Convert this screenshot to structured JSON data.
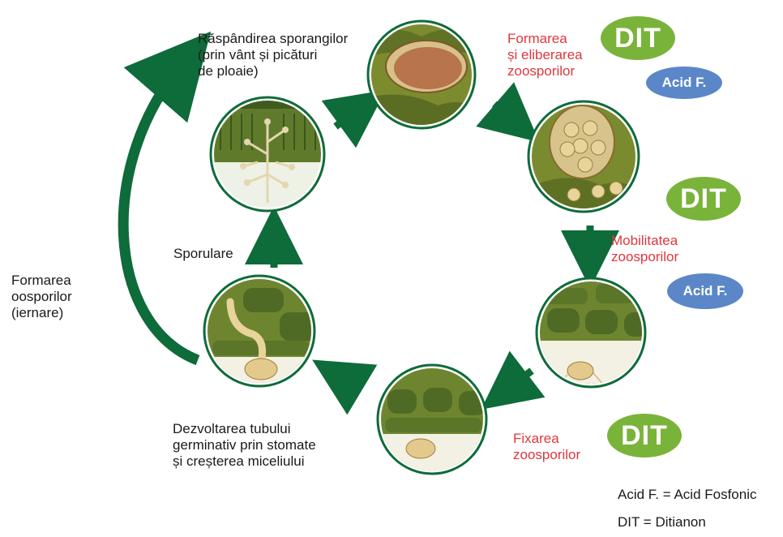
{
  "labels": {
    "spread": [
      "Răspândirea sporangilor",
      "(prin vânt și picături",
      "de ploaie)"
    ],
    "release": [
      "Formarea",
      "și eliberarea",
      "zoosporilor"
    ],
    "mobility": [
      "Mobilitatea",
      "zoosporilor"
    ],
    "fixation": [
      "Fixarea",
      "zoosporilor"
    ],
    "germination": [
      "Dezvoltarea tubului",
      "germinativ prin stomate",
      "și creșterea miceliului"
    ],
    "sporulation": "Sporulare",
    "oospores": [
      "Formarea",
      "oosporilor",
      "(iernare)"
    ]
  },
  "badges": {
    "dit": "DIT",
    "acid": "Acid F."
  },
  "legend": {
    "acid": "Acid F. = Acid Fosfonic",
    "dit": "DIT = Ditianon"
  },
  "colors": {
    "arrow": "#0e6b3a",
    "dit": "#7ab33a",
    "acid": "#5b87c8",
    "highlight_text": "#e0373d"
  }
}
